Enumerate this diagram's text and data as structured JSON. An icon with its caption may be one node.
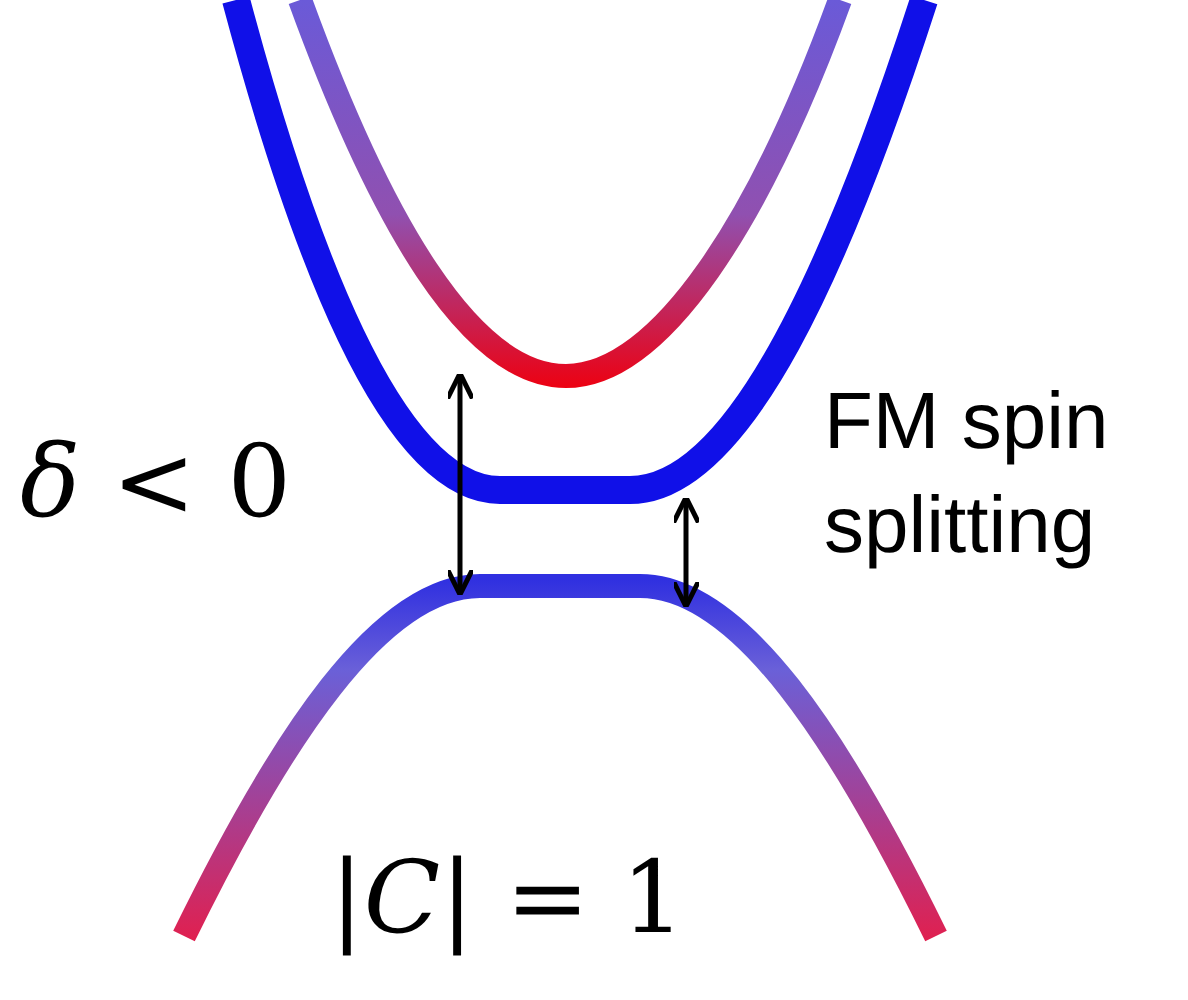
{
  "diagram": {
    "labels": [
      "*δ* < 0",
      "FM spin splitting",
      "|*C*| = 1"
    ]
  }
}
